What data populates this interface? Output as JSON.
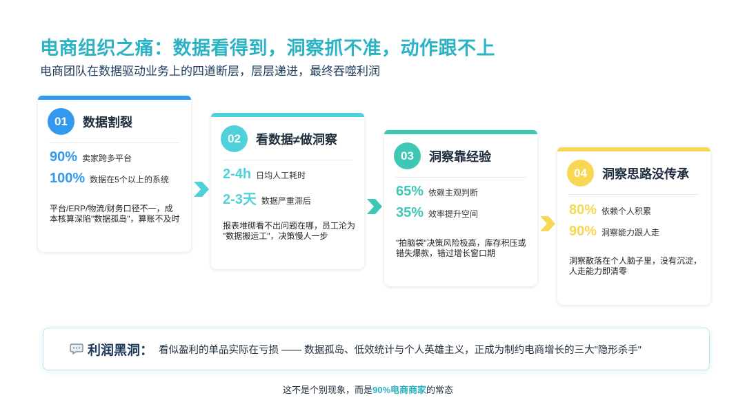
{
  "page": {
    "title": "电商组织之痛：数据看得到，洞察抓不准，动作跟不上",
    "subtitle": "电商团队在数据驱动业务上的四道断层，层层递进，最终吞噬利润"
  },
  "cards": [
    {
      "num": "01",
      "title": "数据割裂",
      "color": "#3399ee",
      "stats": [
        {
          "value": "90%",
          "label": "卖家跨多平台"
        },
        {
          "value": "100%",
          "label": "数据在5个以上的系统"
        }
      ],
      "desc_lines": [
        "平台/ERP/物流/财务口径不一，成",
        "本核算深陷\"数据孤岛\"，算账不及时"
      ]
    },
    {
      "num": "02",
      "title": "看数据≠做洞察",
      "color": "#4fd1db",
      "stats": [
        {
          "value": "2-4h",
          "label": "日均人工耗时"
        },
        {
          "value": "2-3天",
          "label": "数据严重滞后"
        }
      ],
      "desc_lines": [
        "报表堆砌看不出问题在哪，员工沦为",
        "\"数据搬运工\"，决策慢人一步"
      ]
    },
    {
      "num": "03",
      "title": "洞察靠经验",
      "color": "#3ec7b3",
      "stats": [
        {
          "value": "65%",
          "label": "依赖主观判断"
        },
        {
          "value": "35%",
          "label": "效率提升空间"
        }
      ],
      "desc_lines": [
        "\"拍脑袋\"决策风险极高，库存积压或",
        "错失爆款，错过增长窗口期"
      ]
    },
    {
      "num": "04",
      "title": "洞察思路没传承",
      "color": "#f7d754",
      "stats": [
        {
          "value": "80%",
          "label": "依赖个人积累"
        },
        {
          "value": "90%",
          "label": "洞察能力跟人走"
        }
      ],
      "desc_lines": [
        "洞察散落在个人脑子里，没有沉淀，",
        "人走能力即清零"
      ]
    }
  ],
  "arrow_colors": [
    "#4fd1db",
    "#3ec7b3",
    "#f7d754"
  ],
  "callout": {
    "icon": "speech-bubble-icon",
    "title": "利润黑洞：",
    "text": "看似盈利的单品实际在亏损 —— 数据孤岛、低效统计与个人英雄主义，正成为制约电商增长的三大\"隐形杀手\""
  },
  "footer": {
    "prefix": "这不是个别现象，而是",
    "highlight": "90%电商商家",
    "suffix": "的常态"
  }
}
